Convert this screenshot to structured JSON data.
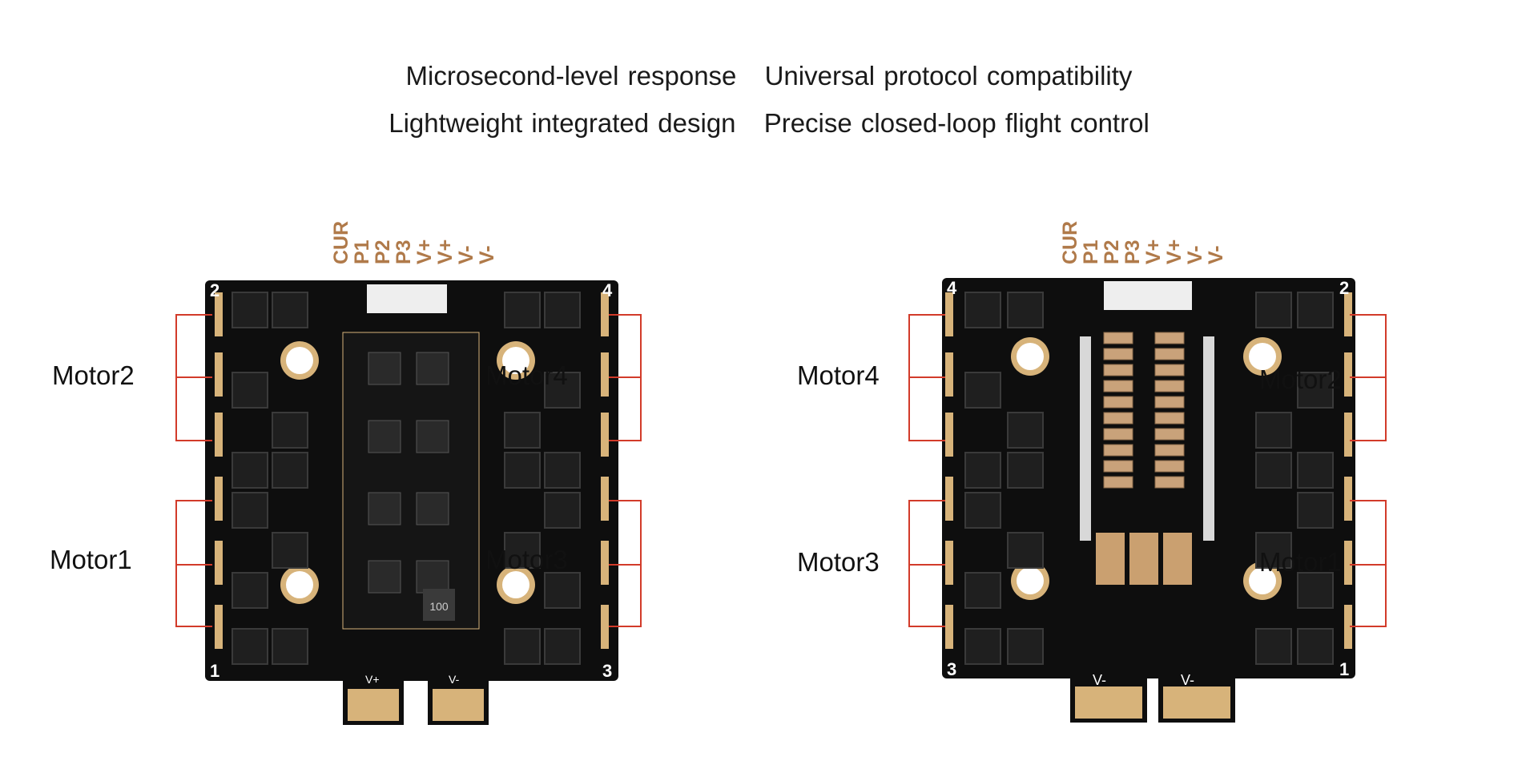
{
  "headlines": {
    "line1": [
      "Microsecond-level response",
      "Universal protocol compatibility"
    ],
    "line2": [
      "Lightweight integrated design",
      "Precise closed-loop flight control"
    ]
  },
  "pin_header_labels": [
    "CUR",
    "P1",
    "P2",
    "P3",
    "V+",
    "V+",
    "V-",
    "V-"
  ],
  "left_board": {
    "corner_numbers": [
      "2",
      "4",
      "1",
      "3"
    ],
    "motor_labels": [
      "Motor2",
      "Motor1",
      "Motor4",
      "Motor3"
    ],
    "pad_labels": [
      "V+",
      "V-"
    ],
    "inductor_marking": "100"
  },
  "right_board": {
    "corner_numbers": [
      "4",
      "2",
      "3",
      "1"
    ],
    "motor_labels": [
      "Motor4",
      "Motor3",
      "Motor2",
      "Motor1"
    ],
    "pad_labels": [
      "V-",
      "V-"
    ]
  },
  "colors": {
    "pcb": "#0e0e0e",
    "gold": "#d7b37a",
    "bracket": "#d23b2a",
    "pin_label": "#b07a4a"
  }
}
